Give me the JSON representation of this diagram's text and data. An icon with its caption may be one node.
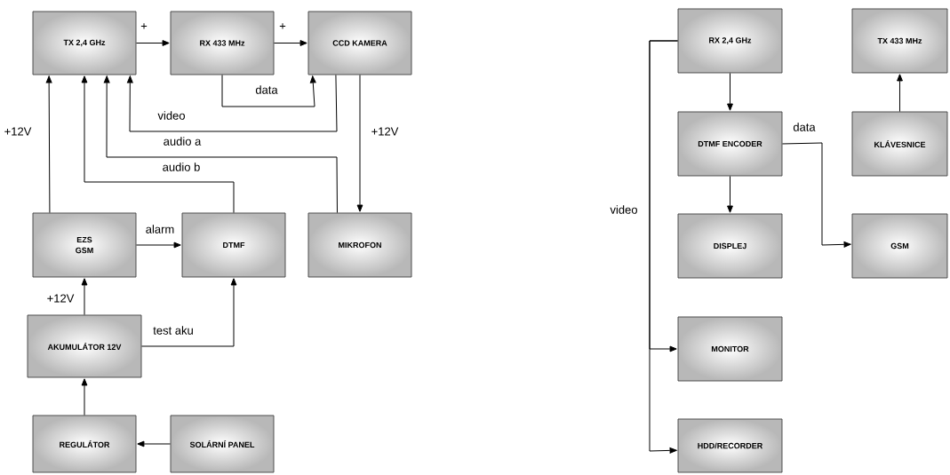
{
  "diagram": {
    "nodes": [
      {
        "text": [
          "TX 2,4 GHz"
        ]
      },
      {
        "text": [
          "RX 433 MHz"
        ]
      },
      {
        "text": [
          "CCD KAMERA"
        ]
      },
      {
        "text": [
          "EZS GSM"
        ]
      },
      {
        "text": [
          "DTMF"
        ]
      },
      {
        "text": [
          "MIKROFON"
        ]
      },
      {
        "text": [
          "AKUMULÁTOR 12V"
        ]
      },
      {
        "text": [
          "REGULÁTOR"
        ]
      },
      {
        "text": [
          "SOLÁRNÍ PANEL"
        ]
      },
      {
        "text": [
          "RX 2,4 GHz"
        ]
      },
      {
        "text": [
          "TX 433 MHz"
        ]
      },
      {
        "text": [
          "DTMF  ENCODER"
        ]
      },
      {
        "text": [
          "KLÁVESNICE"
        ]
      },
      {
        "text": [
          "DISPLEJ"
        ]
      },
      {
        "text": [
          "GSM"
        ]
      },
      {
        "text": [
          "MONITOR"
        ]
      },
      {
        "text": [
          "HDD/RECORDER"
        ]
      }
    ],
    "edges": [
      {
        "from": 0,
        "to": 1,
        "arrow": "to",
        "label": "+"
      },
      {
        "from": 1,
        "to": 2,
        "arrow": "to",
        "label": "+"
      },
      {
        "from": 1,
        "to": 2,
        "arrow": "to",
        "label": "data"
      },
      {
        "from": 2,
        "to": 0,
        "arrow": "to",
        "label": "video"
      },
      {
        "from": 5,
        "to": 0,
        "arrow": "to",
        "label": "audio a"
      },
      {
        "from": 4,
        "to": 0,
        "arrow": "to",
        "label": "audio b"
      },
      {
        "from": 3,
        "to": 0,
        "arrow": "to",
        "label": "+12V"
      },
      {
        "from": 2,
        "to": 5,
        "arrow": "to",
        "label": "+12V"
      },
      {
        "from": 3,
        "to": 4,
        "arrow": "to",
        "label": "alarm"
      },
      {
        "from": 6,
        "to": 3,
        "arrow": "to",
        "label": "+12V"
      },
      {
        "from": 6,
        "to": 4,
        "arrow": "to",
        "label": "test aku"
      },
      {
        "from": 7,
        "to": 6,
        "arrow": "to"
      },
      {
        "from": 8,
        "to": 7,
        "arrow": "to"
      },
      {
        "from": 9,
        "to": 11,
        "arrow": "to"
      },
      {
        "from": 11,
        "to": 13,
        "arrow": "to"
      },
      {
        "from": 12,
        "to": 10,
        "arrow": "to"
      },
      {
        "from": 11,
        "to": 14,
        "arrow": "to",
        "label": "data"
      },
      {
        "from": 9,
        "to": 15,
        "arrow": "to",
        "label": "video"
      },
      {
        "from": 9,
        "to": 16,
        "arrow": "to"
      }
    ]
  }
}
